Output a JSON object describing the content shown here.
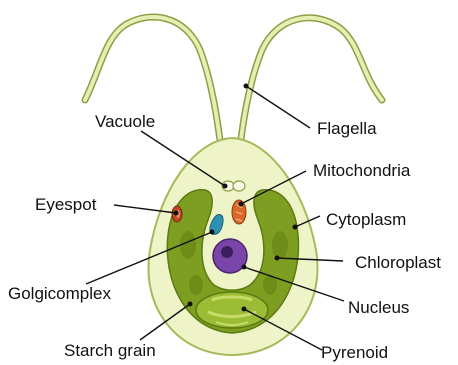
{
  "labels": {
    "vacuole": "Vacuole",
    "flagella": "Flagella",
    "mitochondria": "Mitochondria",
    "eyespot": "Eyespot",
    "cytoplasm": "Cytoplasm",
    "chloroplast": "Chloroplast",
    "golgicomplex": "Golgicomplex",
    "nucleus": "Nucleus",
    "starch_grain": "Starch grain",
    "pyrenoid": "Pyrenoid"
  },
  "colors": {
    "cell_fill": "#eef4c8",
    "cell_stroke": "#a8b85a",
    "chloroplast": "#7e9e22",
    "chloroplast_stroke": "#5c7a12",
    "nucleus": "#7a45a8",
    "nucleolus": "#3a1f5e",
    "mitochondria": "#d9682a",
    "eyespot": "#c0492a",
    "golgi": "#2f8fb0",
    "flagella": "#a8b85a"
  }
}
